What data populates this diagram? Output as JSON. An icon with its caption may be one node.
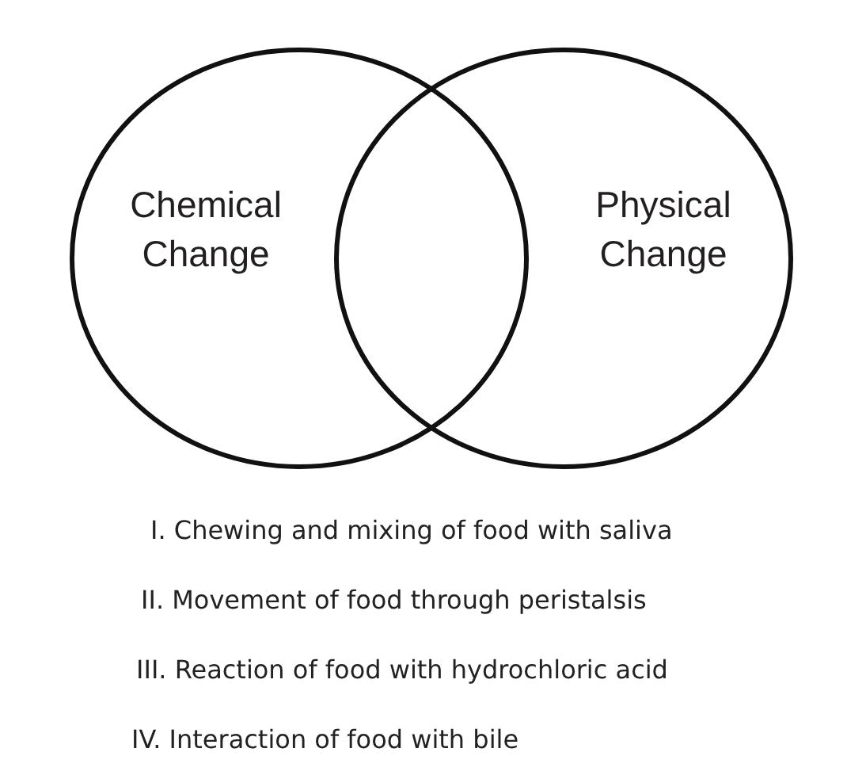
{
  "diagram": {
    "nodes": [
      {
        "text": [
          "Chemical Change"
        ]
      },
      {
        "text": [
          "Physical Change"
        ]
      }
    ],
    "labels": [
      "I. Chewing and mixing of food with saliva",
      "II. Movement of food through peristalsis",
      "III. Reaction of food with hydrochloric acid",
      "IV. Interaction of food with bile"
    ]
  }
}
